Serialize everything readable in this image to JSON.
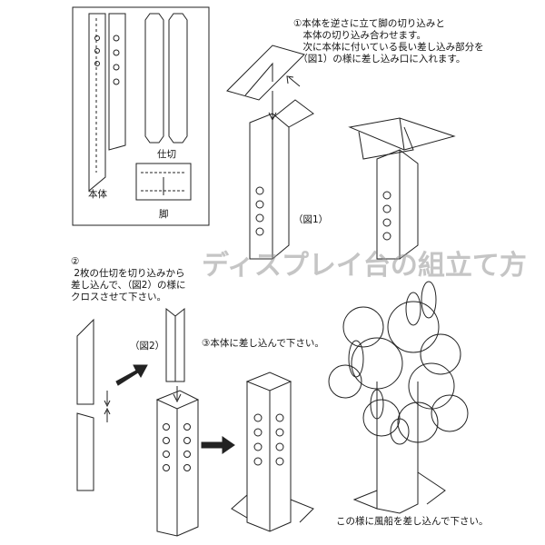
{
  "title_watermark": "ディスプレイ台の組立て方",
  "parts_box": {
    "label_body": "本体",
    "label_divider": "仕切",
    "label_leg": "脚"
  },
  "step1": {
    "lines": [
      "①本体を逆さに立て脚の切り込みと",
      "　本体の切り込み合わせます。",
      "　次に本体に付いている長い差し込み部分を",
      "　（図1）の様に差し込み口に入れます。"
    ],
    "figure_label": "（図1）"
  },
  "step2": {
    "number": "②",
    "lines": [
      " 2枚の仕切を切り込みから",
      "差し込んで、（図2）の様に",
      "クロスさせて下さい。"
    ],
    "figure_label": "（図2）"
  },
  "step3": {
    "text": "③本体に差し込んで下さい。"
  },
  "final": {
    "caption": "この様に風船を差し込んで下さい。"
  }
}
